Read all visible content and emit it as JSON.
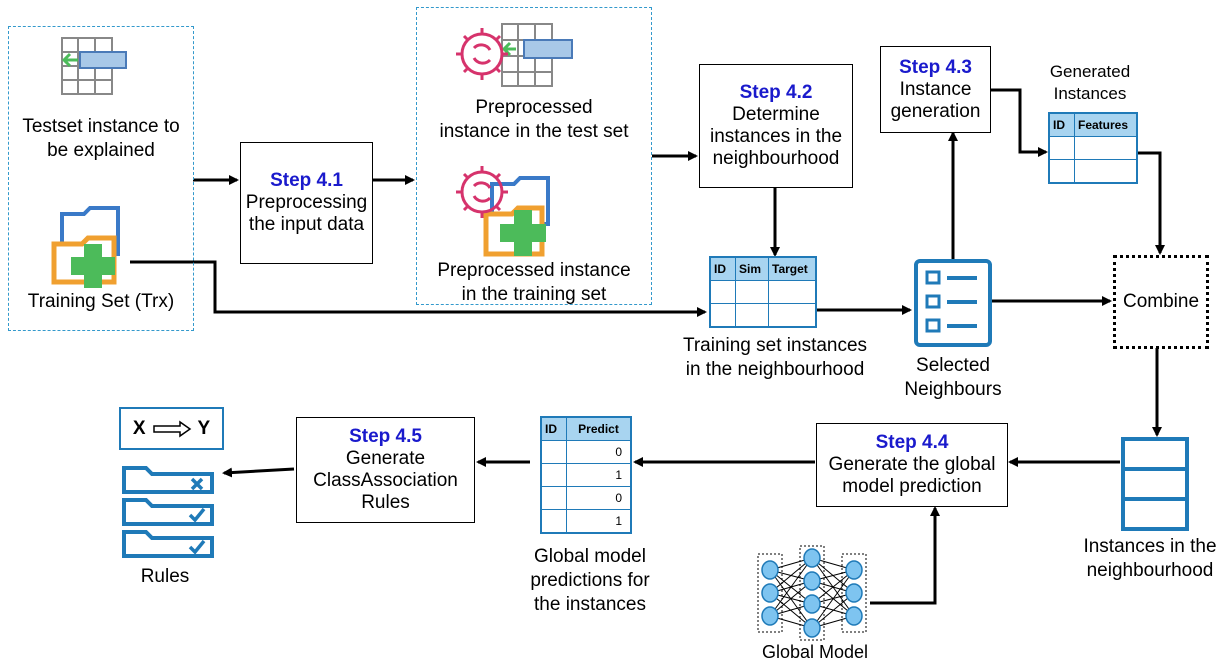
{
  "left_panel": {
    "testset_label": "Testset instance to be explained",
    "testset_line1": "Testset instance to",
    "testset_line2": "be explained",
    "training_label": "Training Set (Trx)"
  },
  "step41": {
    "step": "Step 4.1",
    "line1": "Preprocessing",
    "line2": "the input data"
  },
  "preprocessed_panel": {
    "test_line1": "Preprocessed",
    "test_line2": "instance in the test set",
    "train_line1": "Preprocessed instance",
    "train_line2": "in the training set"
  },
  "step42": {
    "step": "Step 4.2",
    "line1": "Determine",
    "line2": "instances in the",
    "line3": "neighbourhood"
  },
  "step43": {
    "step": "Step 4.3",
    "line1": "Instance",
    "line2": "generation"
  },
  "generated": {
    "title1": "Generated",
    "title2": "Instances",
    "headers": [
      "ID",
      "Features"
    ]
  },
  "neighbour_table": {
    "headers": [
      "ID",
      "Sim",
      "Target"
    ],
    "caption1": "Training set instances",
    "caption2": "in the neighbourhood"
  },
  "selected": {
    "line1": "Selected",
    "line2": "Neighbours"
  },
  "combine": {
    "label": "Combine"
  },
  "step44": {
    "step": "Step 4.4",
    "line1": "Generate the global",
    "line2": "model prediction"
  },
  "instances_nb": {
    "line1": "Instances in the",
    "line2": "neighbourhood"
  },
  "prediction_table": {
    "headers": [
      "ID",
      "Predict"
    ],
    "values": [
      "0",
      "1",
      "0",
      "1"
    ],
    "caption1": "Global model",
    "caption2": "predictions for",
    "caption3": "the instances"
  },
  "step45": {
    "step": "Step 4.5",
    "line1": "Generate",
    "line2": "ClassAssociation",
    "line3": "Rules"
  },
  "rules": {
    "formula_x": "X",
    "formula_y": "Y",
    "label": "Rules"
  },
  "global_model": {
    "label": "Global Model"
  },
  "colors": {
    "blue": "#1f7ab8",
    "step": "#1a1acc",
    "dashed": "#3399cc",
    "gear": "#d6336c",
    "green": "#4cbb5a",
    "orange": "#f0a030"
  }
}
